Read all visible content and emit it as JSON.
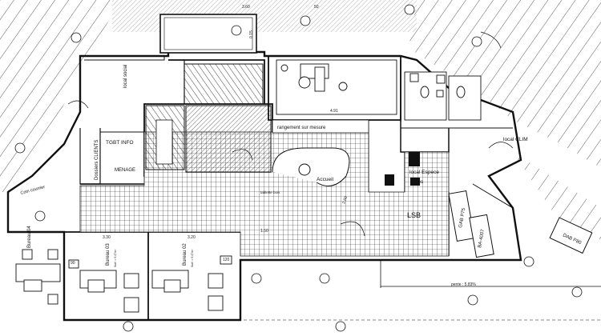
{
  "rooms": {
    "local_social": "local social",
    "tgbt_info": "TGBT INFO",
    "dossiers_clients": "Dossiers CLIENTS",
    "menage": "MENAGE",
    "rangement": "rangement sur mesure",
    "accueil": "Accueil",
    "tablette": "tablette bois",
    "local_clim": "local CLIM",
    "local_especes": "local Espece",
    "urnes": "urnes",
    "lsb": "LSB",
    "gab_p75": "GAB P75",
    "ba_4007": "BA-4007",
    "dab_p80": "DAB P80",
    "coin_courrier": "Coin courrier",
    "bureau_04": "Bureau 04",
    "bureau_03": "Bureau 03",
    "bureau_02": "Bureau 02",
    "bureau_sub": "Surf. = 9,47m²"
  },
  "dimensions": {
    "d_330": "3.30",
    "d_320": "3.20",
    "d_491": "4.91",
    "d_120": "120",
    "d_90": "90",
    "d_150": "1.50",
    "d_260": "2.60",
    "pente": "pente : 5.83%",
    "top_dim": "3.60",
    "top_dim2": "50",
    "vert_dim": "0.15"
  },
  "colors": {
    "line": "#111111",
    "hatch": "#333333",
    "grid": "#222222",
    "background": "#ffffff"
  }
}
